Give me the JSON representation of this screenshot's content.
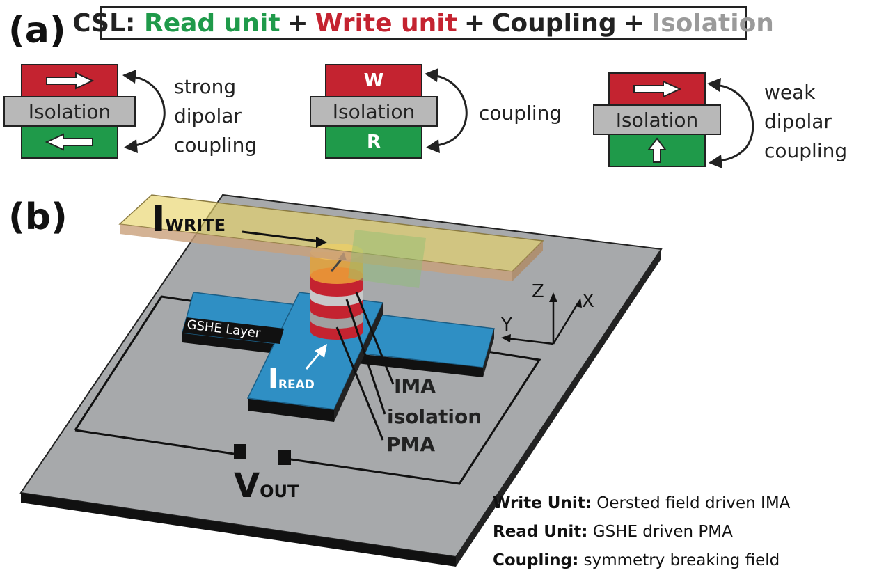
{
  "panel_a_label": "(a)",
  "panel_b_label": "(b)",
  "title": {
    "prefix": "CSL:",
    "read": "Read unit",
    "plus": "+",
    "write": "Write unit",
    "coupling": "Coupling",
    "isolation": "Isolation"
  },
  "stacks": [
    {
      "iso_label": "Isolation",
      "side": [
        "strong",
        "dipolar",
        "coupling"
      ]
    },
    {
      "iso_label": "Isolation",
      "top_label": "W",
      "bottom_label": "R",
      "side": [
        "coupling"
      ]
    },
    {
      "iso_label": "Isolation",
      "side": [
        "weak",
        "dipolar",
        "coupling"
      ]
    }
  ],
  "device": {
    "i_write_main": "I",
    "i_write_sub": "WRITE",
    "i_read_main": "I",
    "i_read_sub": "READ",
    "gshe_label": "GSHE Layer",
    "imа_label": "IMA",
    "isolation_label": "isolation",
    "pma_label": "PMA",
    "v_main": "V",
    "v_sub": "OUT",
    "axis_z": "Z",
    "axis_x": "X",
    "axis_y": "Y"
  },
  "notes": [
    {
      "key": "Write Unit:",
      "value": " Oersted field driven IMA"
    },
    {
      "key": "Read Unit:",
      "value": " GSHE driven PMA"
    },
    {
      "key": "Coupling:",
      "value": " symmetry breaking field"
    }
  ],
  "colors": {
    "read": "#1f9a4a",
    "write": "#c42330",
    "isolation": "#9a9a9a",
    "gshe": "#2f8fc4",
    "substrate": "#a7a9ab",
    "write_line": "#e8d46a"
  }
}
